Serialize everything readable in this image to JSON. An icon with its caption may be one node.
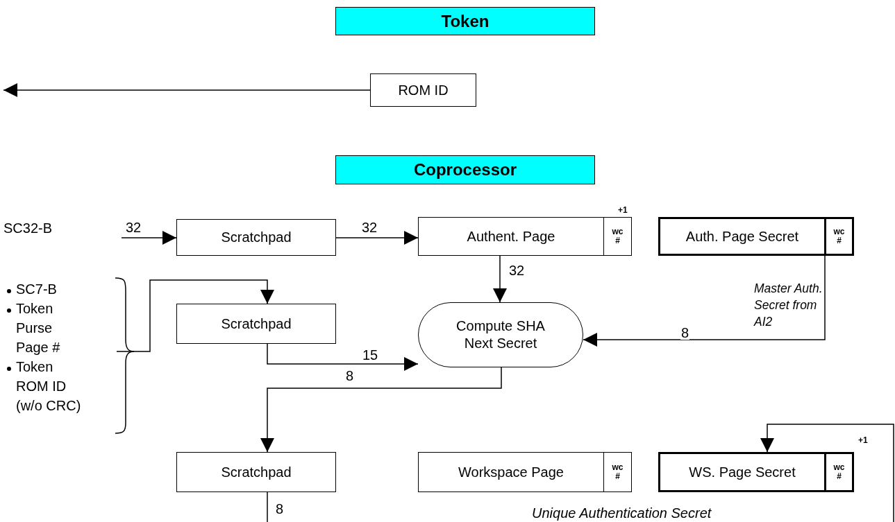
{
  "diagram": {
    "nodes": [
      {
        "text": [
          "Token"
        ]
      },
      {
        "text": [
          "ROM ID"
        ]
      },
      {
        "text": [
          "Coprocessor"
        ]
      },
      {
        "text": [
          "Scratchpad"
        ]
      },
      {
        "text": [
          "Authent. Page",
          "wc #"
        ],
        "beside": [
          "+1"
        ]
      },
      {
        "text": [
          "Auth. Page Secret",
          "wc #"
        ]
      },
      {
        "text": [
          "SC7-B",
          "Token Purse Page #",
          "Token ROM ID (w/o CRC)"
        ]
      },
      {
        "text": [
          "Scratchpad"
        ]
      },
      {
        "text": [
          "Compute SHA Next Secret"
        ]
      },
      {
        "text": [
          "Scratchpad"
        ]
      },
      {
        "text": [
          "Workspace Page",
          "wc #"
        ]
      },
      {
        "text": [
          "WS. Page Secret",
          "wc #"
        ],
        "beside": [
          "+1"
        ]
      }
    ],
    "edges": [
      {
        "from": 1,
        "to": null,
        "arrow": "to"
      },
      {
        "from": null,
        "to": 3,
        "arrow": "to",
        "label": "32"
      },
      {
        "from": 3,
        "to": 4,
        "arrow": "to",
        "label": "32"
      },
      {
        "from": 4,
        "to": 8,
        "arrow": "to",
        "label": "32"
      },
      {
        "from": 5,
        "to": 8,
        "arrow": "to",
        "label": "8"
      },
      {
        "from": 6,
        "to": 7,
        "arrow": "to"
      },
      {
        "from": 7,
        "to": 8,
        "arrow": "to",
        "label": "15"
      },
      {
        "from": 8,
        "to": 9,
        "arrow": "to",
        "label": "8"
      },
      {
        "from": 9,
        "to": null,
        "arrow": "none",
        "label": "8"
      },
      {
        "from": null,
        "to": 11,
        "arrow": "to"
      }
    ],
    "labels": [
      "SC32-B",
      "Master Auth. Secret from AI2",
      "Unique Authentication Secret"
    ]
  }
}
